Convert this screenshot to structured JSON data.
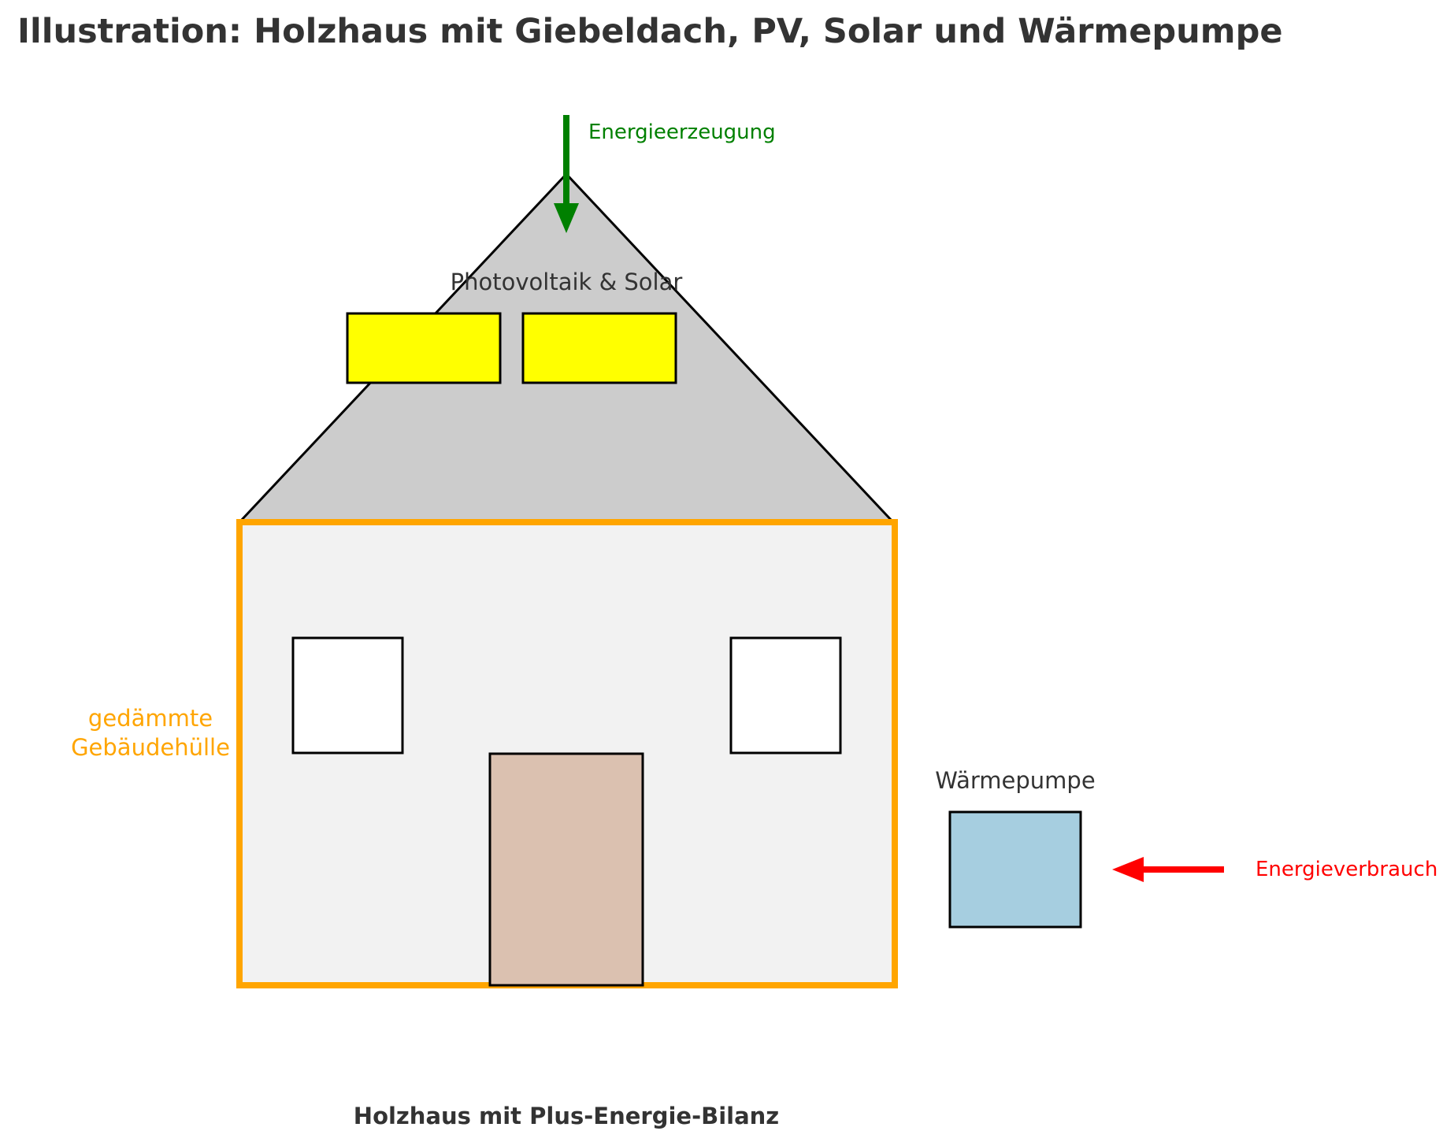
{
  "title": "Illustration: Holzhaus mit Giebeldach, PV, Solar und Wärmepumpe",
  "caption": "Holzhaus mit Plus-Energie-Bilanz",
  "labels": {
    "roof_panels": "Photovoltaik & Solar",
    "insulation_line1": "gedämmte",
    "insulation_line2": "Gebäudehülle",
    "heat_pump": "Wärmepumpe",
    "energy_generation": "Energieerzeugung",
    "energy_consumption": "Energieverbrauch"
  },
  "colors": {
    "title_text": "#333333",
    "roof_fill": "#cccccc",
    "wall_fill": "#f2f2f2",
    "insulation_border": "#ffa500",
    "solar_panel": "#ffff00",
    "window_fill": "#ffffff",
    "door_fill": "#dbc1b0",
    "heat_pump_fill": "#a6cee0",
    "generation_arrow": "#008000",
    "consumption_arrow": "#ff0000",
    "outline": "#000000"
  }
}
